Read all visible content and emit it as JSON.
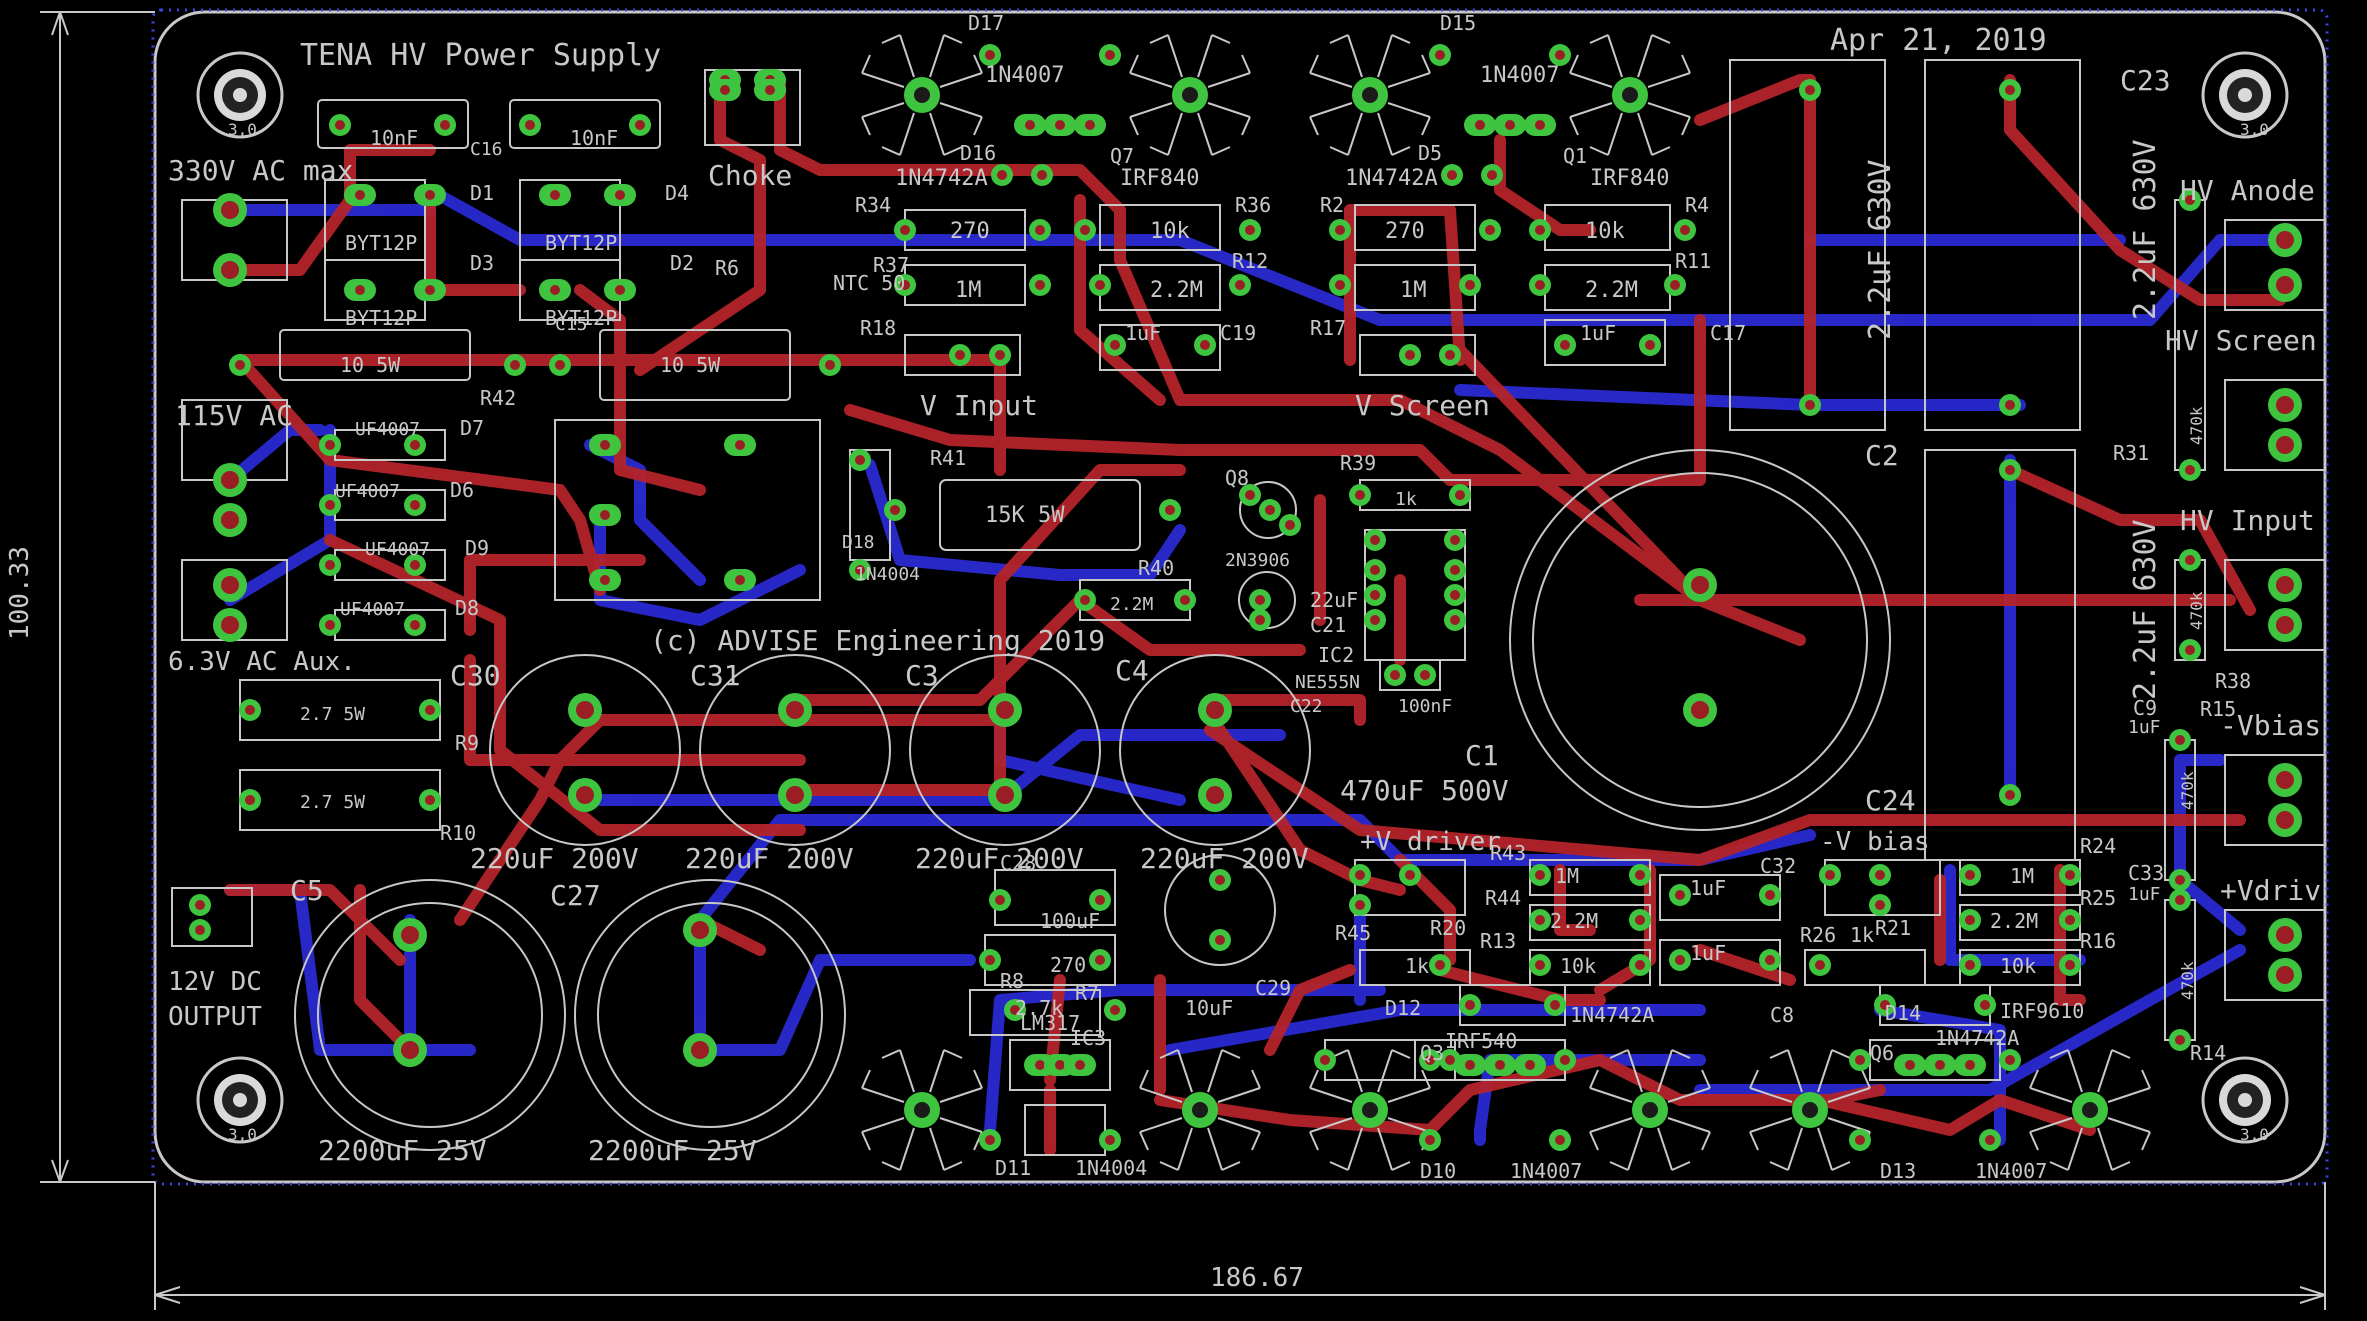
{
  "colors": {
    "background": "#000000",
    "outline": "#c8c8c8",
    "top_copper": "#b4232a",
    "bottom_copper": "#2a2ad2",
    "pad": "#3ec43e",
    "via_ring": "#3ec43e",
    "silk": "#c8c8c8",
    "dim": "#c8c8c8",
    "board_edge_dots": "#3a46e6"
  },
  "board": {
    "title": "TENA HV Power Supply",
    "date": "Apr 21, 2019",
    "copyright": "(c) ADVISE Engineering 2019",
    "dimension_width": "186.67",
    "dimension_height": "100.33"
  },
  "connectors": [
    {
      "id": "j_330",
      "label": "330V AC max"
    },
    {
      "id": "j_115",
      "label": "115V AC"
    },
    {
      "id": "j_63",
      "label": "6.3V AC Aux."
    },
    {
      "id": "j_12v",
      "label": "12V DC\nOUTPUT"
    },
    {
      "id": "j_anode",
      "label": "HV Anode"
    },
    {
      "id": "j_screen",
      "label": "HV Screen"
    },
    {
      "id": "j_input",
      "label": "HV Input"
    },
    {
      "id": "j_vbias",
      "label": "-Vbias"
    },
    {
      "id": "j_vdriv",
      "label": "+Vdriv"
    }
  ],
  "mount_hole_label": "3,0",
  "labels": {
    "choke": "Choke",
    "v_input": "V Input",
    "v_screen": "V Screen",
    "v_driver": "+V driver",
    "v_bias": "-V bias"
  },
  "components": [
    {
      "ref": "D17",
      "text": "1N4007"
    },
    {
      "ref": "D15",
      "text": "1N4007"
    },
    {
      "ref": "D16",
      "text": "1N4742A"
    },
    {
      "ref": "D5",
      "text": "1N4742A"
    },
    {
      "ref": "Q7",
      "text": "IRF840"
    },
    {
      "ref": "Q1",
      "text": "IRF840"
    },
    {
      "ref": "R34",
      "text": "270"
    },
    {
      "ref": "R36",
      "text": "10k"
    },
    {
      "ref": "R2",
      "text": "270"
    },
    {
      "ref": "R4",
      "text": "10k"
    },
    {
      "ref": "R37",
      "text": "NTC 50"
    },
    {
      "ref": "R12",
      "text": "2.2M"
    },
    {
      "ref": "R11",
      "text": "2.2M"
    },
    {
      "ref": "C19",
      "text": "1uF"
    },
    {
      "ref": "C17",
      "text": "1uF"
    },
    {
      "ref": "R18",
      "text": "1M"
    },
    {
      "ref": "R17",
      "text": "1M"
    },
    {
      "ref": "C23",
      "text": "2.2uF 630V"
    },
    {
      "ref": "C2",
      "text": "2.2uF 630V"
    },
    {
      "ref": "C24",
      "text": "2.2uF 630V"
    },
    {
      "ref": "C1",
      "text": "470uF 500V"
    },
    {
      "ref": "D1",
      "text": "BYT12P"
    },
    {
      "ref": "D3",
      "text": "BYT12P"
    },
    {
      "ref": "D4",
      "text": "BYT12P"
    },
    {
      "ref": "D2",
      "text": "BYT12P"
    },
    {
      "ref": "C16",
      "text": "10nF"
    },
    {
      "ref": "C15",
      "text": "10nF"
    },
    {
      "ref": "R42",
      "text": "10 5W"
    },
    {
      "ref": "R6",
      "text": "10 5W"
    },
    {
      "ref": "D7",
      "text": "UF4007"
    },
    {
      "ref": "D6",
      "text": "UF4007"
    },
    {
      "ref": "D9",
      "text": "UF4007"
    },
    {
      "ref": "D8",
      "text": "UF4007"
    },
    {
      "ref": "D18",
      "text": "1N4004"
    },
    {
      "ref": "R41",
      "text": "15K 5W"
    },
    {
      "ref": "R39",
      "text": "1k"
    },
    {
      "ref": "Q8",
      "text": "2N3906"
    },
    {
      "ref": "R40",
      "text": "2.2M"
    },
    {
      "ref": "C21",
      "text": "22uF"
    },
    {
      "ref": "IC2",
      "text": "NE555N"
    },
    {
      "ref": "C22",
      "text": "100nF"
    },
    {
      "ref": "R9",
      "text": "2.7 5W"
    },
    {
      "ref": "R10",
      "text": "2.7 5W"
    },
    {
      "ref": "C30",
      "text": "220uF 200V"
    },
    {
      "ref": "C31",
      "text": "220uF 200V"
    },
    {
      "ref": "C3",
      "text": "220uF 200V"
    },
    {
      "ref": "C4",
      "text": "220uF 200V"
    },
    {
      "ref": "C5",
      "text": "2200uF 25V"
    },
    {
      "ref": "C27",
      "text": "2200uF 25V"
    },
    {
      "ref": "C28",
      "text": "100uF"
    },
    {
      "ref": "C29",
      "text": "10uF"
    },
    {
      "ref": "R8",
      "text": "270"
    },
    {
      "ref": "R7",
      "text": "2.7k"
    },
    {
      "ref": "IC3",
      "text": "LM317"
    },
    {
      "ref": "D11",
      "text": "1N4004"
    },
    {
      "ref": "R43",
      "text": "1M"
    },
    {
      "ref": "R44",
      "text": "2.2M"
    },
    {
      "ref": "R13",
      "text": "10k"
    },
    {
      "ref": "R45",
      "text": "1k"
    },
    {
      "ref": "R20",
      "text": ""
    },
    {
      "ref": "C32",
      "text": "1uF"
    },
    {
      "ref": "C8",
      "text": "1uF"
    },
    {
      "ref": "D12",
      "text": "1N4742A"
    },
    {
      "ref": "Q3",
      "text": "IRF540"
    },
    {
      "ref": "D10",
      "text": "1N4007"
    },
    {
      "ref": "R26",
      "text": "1k"
    },
    {
      "ref": "R21",
      "text": ""
    },
    {
      "ref": "R24",
      "text": "1M"
    },
    {
      "ref": "R25",
      "text": "2.2M"
    },
    {
      "ref": "R16",
      "text": "10k"
    },
    {
      "ref": "D14",
      "text": "1N4742A"
    },
    {
      "ref": "Q6",
      "text": "IRF9610"
    },
    {
      "ref": "D13",
      "text": "1N4007"
    },
    {
      "ref": "R31",
      "text": "470k"
    },
    {
      "ref": "R38",
      "text": "470k"
    },
    {
      "ref": "R15",
      "text": "470k"
    },
    {
      "ref": "R14",
      "text": "470k"
    },
    {
      "ref": "C9",
      "text": "1uF"
    },
    {
      "ref": "C33",
      "text": "1uF"
    }
  ]
}
